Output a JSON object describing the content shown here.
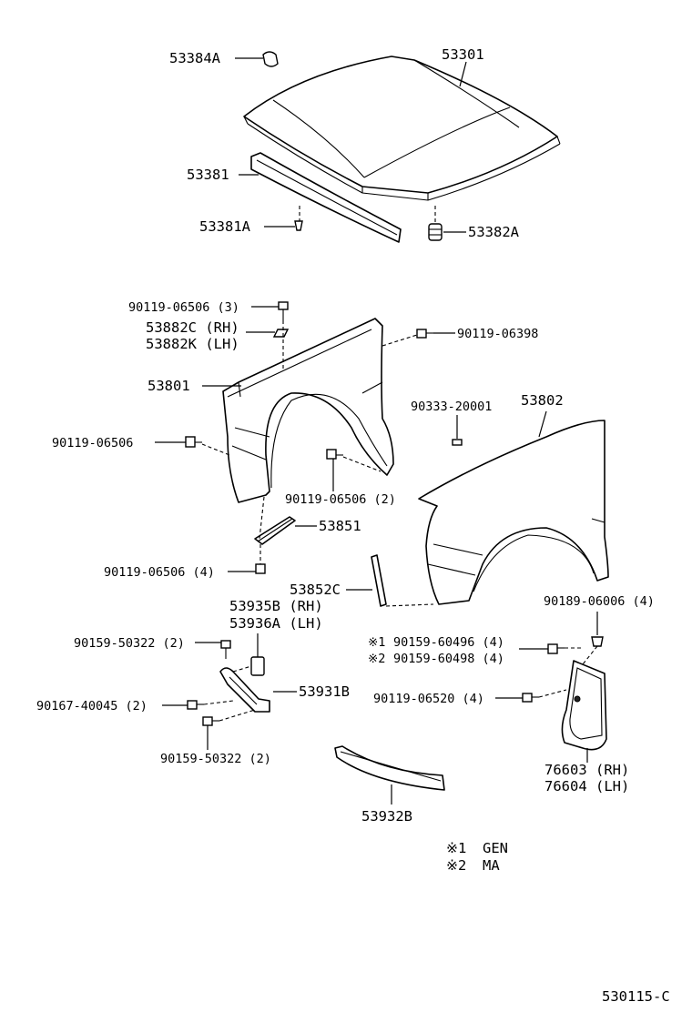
{
  "labels": {
    "hood": "53301",
    "hood_bumper_cushion": "53384A",
    "hood_seal": "53381",
    "seal_clip": "53381A",
    "hood_cushion": "53382A",
    "bolt_top": "90119-06506 (3)",
    "nut_rh": "53882C (RH)",
    "nut_lh": "53882K (LH)",
    "bolt_06398": "90119-06398",
    "left_fender": "53801",
    "right_fender": "53802",
    "fender_clip": "90333-20001",
    "bolt_left_side": "90119-06506",
    "bolt_arch": "90119-06506 (2)",
    "fender_brace": "53851",
    "bolt_brace": "90119-06506 (4)",
    "rear_brace": "53852C",
    "bracket_rh": "53935B (RH)",
    "bracket_lh": "53936A (LH)",
    "screw_upper": "90159-50322 (2)",
    "screw_lower": "90159-50322 (2)",
    "bolt_40045": "90167-40045 (2)",
    "bracket_53931b": "53931B",
    "bolt_06006": "90189-06006 (4)",
    "screw_60496": "90159-60496 (4)",
    "screw_60498": "90159-60498 (4)",
    "note_mark_1": "※1",
    "note_mark_2": "※2",
    "bolt_06520": "90119-06520 (4)",
    "mudguard_rh": "76603 (RH)",
    "mudguard_lh": "76604 (LH)",
    "lower_seal": "53932B"
  },
  "legend": [
    {
      "mark": "※1",
      "text": "GEN"
    },
    {
      "mark": "※2",
      "text": "MA"
    }
  ],
  "diagram_id": "530115-C"
}
